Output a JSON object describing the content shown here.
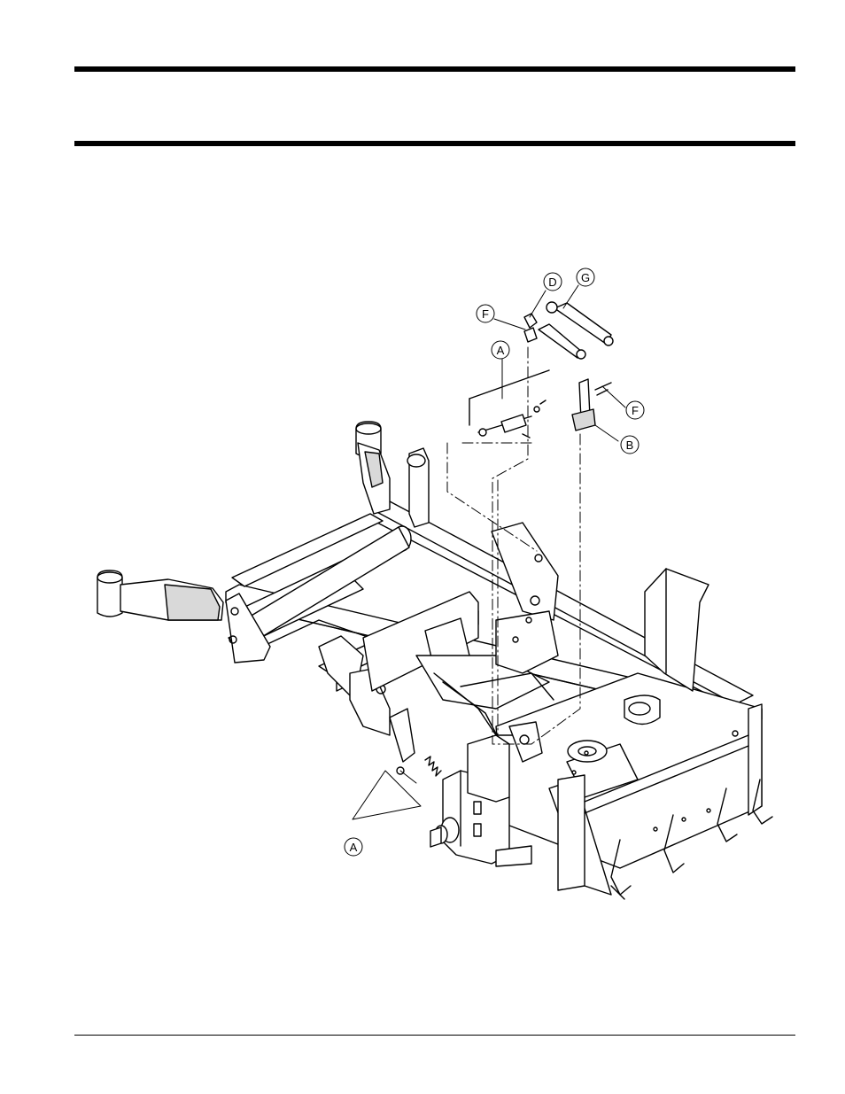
{
  "callouts": {
    "d": "D",
    "g": "G",
    "f_left": "F",
    "a_top": "A",
    "f_right": "F",
    "b": "B",
    "a_bottom": "A"
  },
  "colors": {
    "ink": "#000000",
    "paper": "#ffffff",
    "fill": "#d9d9d9"
  }
}
